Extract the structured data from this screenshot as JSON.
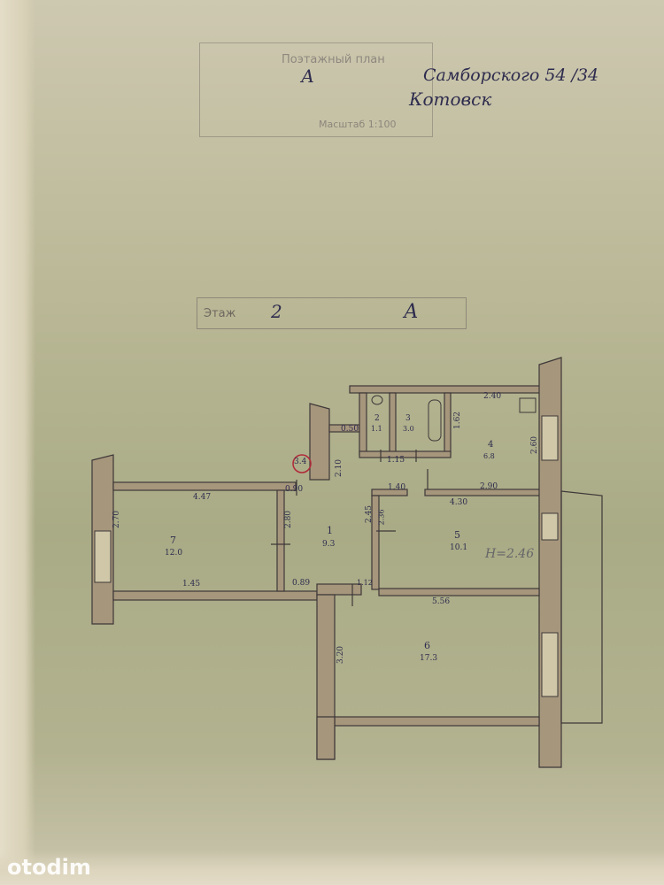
{
  "header": {
    "stamp_lines": [
      "Поэтажный план",
      "Масштаб 1:100"
    ],
    "letter": "А",
    "address_line1": "Самборского 54 /34",
    "address_line2": "Котовск"
  },
  "floor_label": {
    "prefix": "Этаж",
    "number": "2",
    "letter": "А"
  },
  "circle_mark": "3.4",
  "ceiling_note": "H=2.46",
  "rooms": [
    {
      "number": "1",
      "area": "9.3"
    },
    {
      "number": "2",
      "area": "1.1"
    },
    {
      "number": "3",
      "area": "3.0"
    },
    {
      "number": "4",
      "area": "6.8"
    },
    {
      "number": "5",
      "area": "10.1"
    },
    {
      "number": "6",
      "area": "17.3"
    },
    {
      "number": "7",
      "area": "12.0"
    }
  ],
  "dimensions": [
    "2.40",
    "1.62",
    "2.60",
    "0.50",
    "1.15",
    "2.10",
    "1.40",
    "2.90",
    "0.90",
    "4.47",
    "2.70",
    "2.80",
    "2.45",
    "2.36",
    "4.30",
    "1.45",
    "0.89",
    "1.12",
    "5.56",
    "3.20"
  ],
  "colors": {
    "wall_fill": "#a6967c",
    "wall_stroke": "#3e3838",
    "ink": "#2e2c4e",
    "circle": "#b02838"
  },
  "watermark": "otodim"
}
